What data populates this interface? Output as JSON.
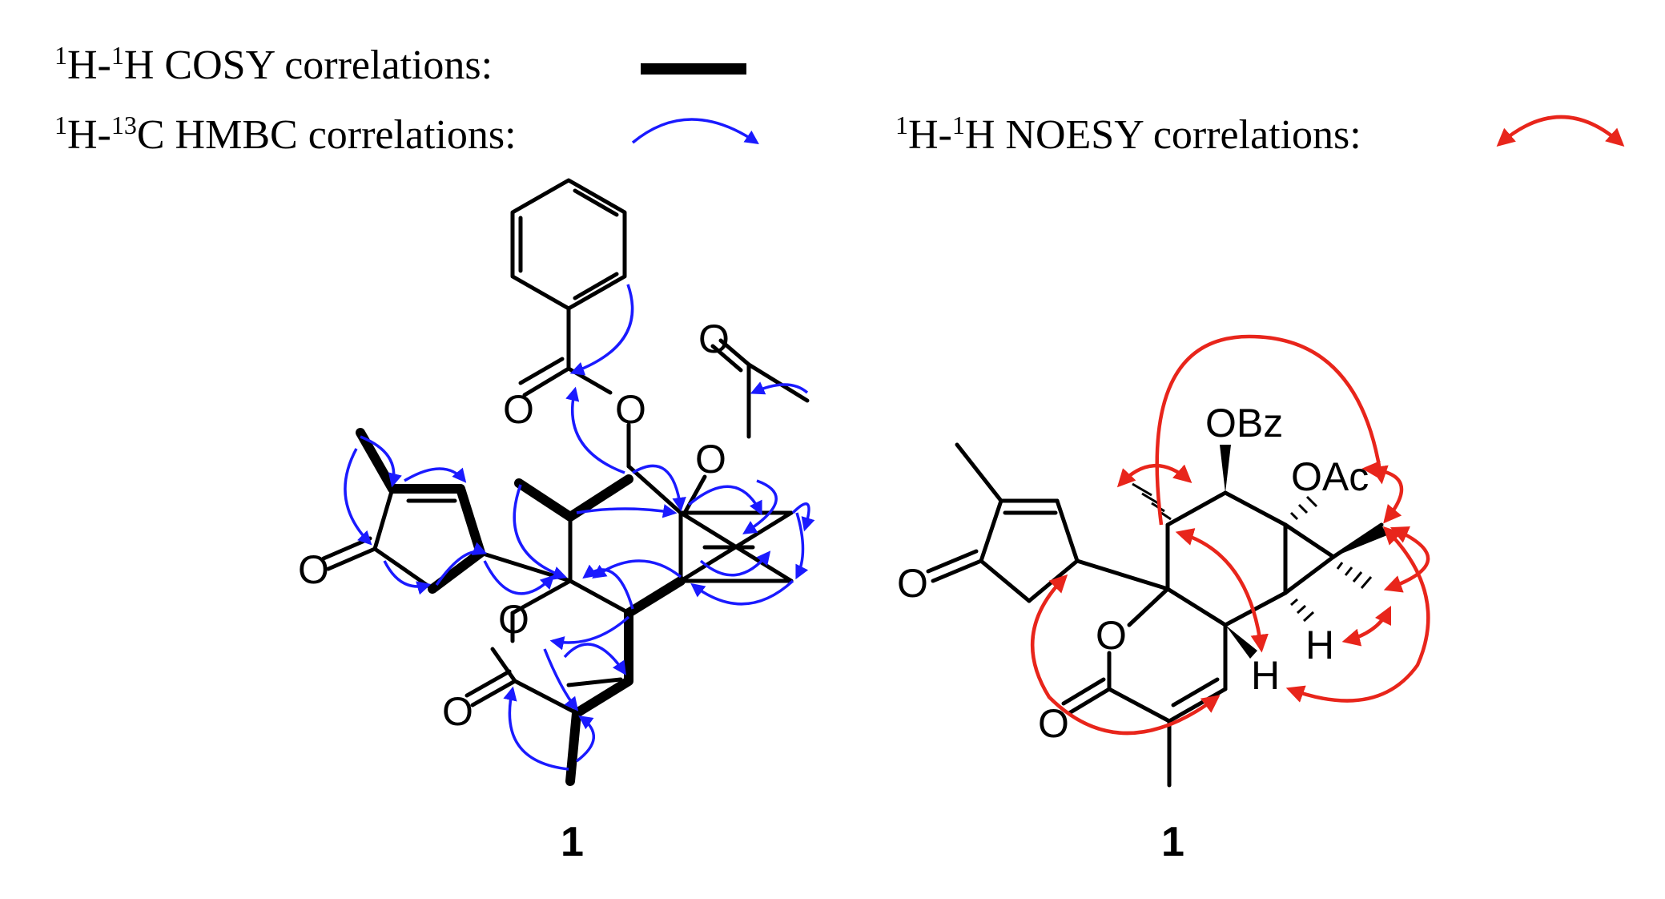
{
  "legend": {
    "cosy": {
      "sup1": "1",
      "h1": "H-",
      "sup2": "1",
      "h2": "H COSY correlations:"
    },
    "hmbc": {
      "sup1": "1",
      "h1": "H-",
      "sup2": "13",
      "h2": "C HMBC correlations:"
    },
    "noesy": {
      "sup1": "1",
      "h1": "H-",
      "sup2": "1",
      "h2": "H NOESY correlations:"
    }
  },
  "colors": {
    "hmbc": "#1a1aff",
    "noesy": "#e8251b",
    "cosy": "#000000"
  },
  "left_structure": {
    "atoms": {
      "o_ester_ring": "O",
      "o_lactone_ring": "O",
      "o_benzoate_carbonyl": "O",
      "o_benzoate_link": "O",
      "o_acetate_carbonyl": "O",
      "o_acetate_link": "O",
      "o_lactone_carbonyl": "O"
    },
    "caption": "1"
  },
  "right_structure": {
    "labels": {
      "obz": "OBz",
      "oac": "OAc",
      "h_top": "H",
      "h_bottom": "H",
      "o_ring": "O",
      "o_ketone": "O",
      "o_lactone": "O"
    },
    "caption": "1"
  }
}
